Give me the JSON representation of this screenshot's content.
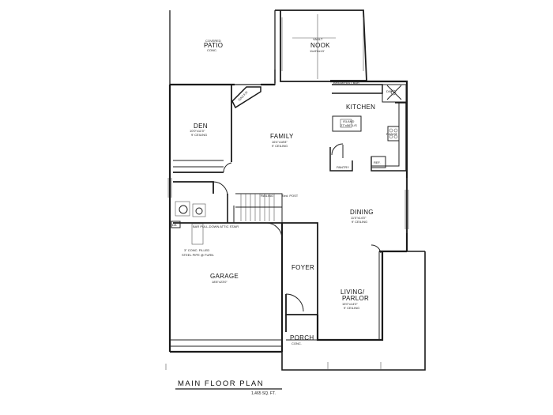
{
  "plan": {
    "title": "MAIN FLOOR PLAN",
    "area": "1,465 SQ. FT."
  },
  "rooms": {
    "patio": {
      "name": "PATIO",
      "note": "COVERED",
      "sub": "CONC."
    },
    "nook": {
      "name": "NOOK",
      "note": "VAULT",
      "dims": "11x9'6x13'"
    },
    "den": {
      "name": "DEN",
      "dims": "10'0\"x11'0\"",
      "ceiling": "9' CEILING"
    },
    "family": {
      "name": "FAMILY",
      "dims": "16'4\"x18'8\"",
      "ceiling": "9' CEILING"
    },
    "kitchen": {
      "name": "KITCHEN",
      "island": "ISLAND",
      "island_note": "27\"x56\" L/S",
      "pantry": "PANTRY",
      "breakfast_bar": "BREAKFAST BAR",
      "dw": "D/W",
      "range": "RANGE",
      "ref": "REF."
    },
    "dining": {
      "name": "DINING",
      "dims": "11'0\"x14'0\"",
      "ceiling": "9' CEILING"
    },
    "foyer": {
      "name": "FOYER"
    },
    "living": {
      "name": "LIVING/",
      "name2": "PARLOR",
      "dims": "15'0\"x14'0\"",
      "ceiling": "9' CEILING"
    },
    "garage": {
      "name": "GARAGE",
      "dims": "18'8\"x23'0\"",
      "note1": "3\" CONC. FILLED",
      "note2": "STEEL PIPE @ FURN.",
      "vent": "BAR PULL-DOWN ATTIC STAIR"
    },
    "porch": {
      "name": "PORCH",
      "sub": "CONC."
    },
    "misc": {
      "railing": "RAILING",
      "post": "Sed. POST",
      "fireplace": "GAS F.P.",
      "db": "DB"
    }
  }
}
